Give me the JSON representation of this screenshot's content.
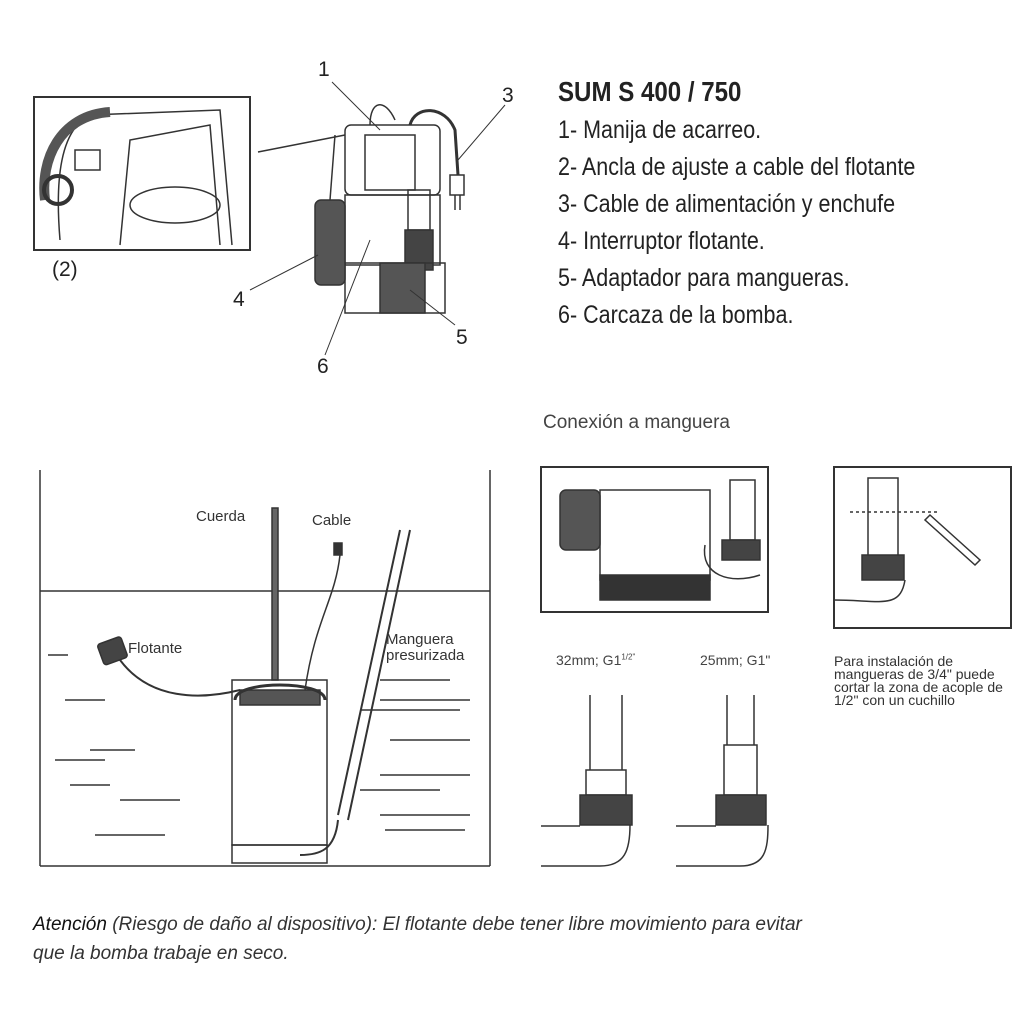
{
  "header": {
    "title": "SUM S 400 / 750",
    "parts": [
      "1- Manija de acarreo.",
      "2- Ancla de ajuste a cable del flotante",
      "3- Cable de alimentación y enchufe",
      "4- Interruptor flotante.",
      "5- Adaptador para mangueras.",
      "6- Carcaza de la bomba."
    ]
  },
  "pump_diagram": {
    "callouts": [
      "1",
      "3",
      "4",
      "5",
      "6"
    ],
    "inset_label": "(2)"
  },
  "installation": {
    "labels": {
      "rope": "Cuerda",
      "cable": "Cable",
      "float": "Flotante",
      "hose_line1": "Manguera",
      "hose_line2": "presurizada"
    }
  },
  "hose_connection": {
    "title": "Conexión a manguera",
    "size_large": "32mm; G1",
    "size_large_fraction": "1/2\"",
    "size_small": "25mm; G1\"",
    "note": "Para instalación de mangueras de 3/4\" puede cortar la zona de acople de 1/2\" con un cuchillo"
  },
  "warning": {
    "label": "Atención",
    "line1_rest": " (Riesgo de daño al dispositivo): El flotante debe tener libre movimiento para evitar",
    "line2": "que la bomba trabaje en seco."
  }
}
